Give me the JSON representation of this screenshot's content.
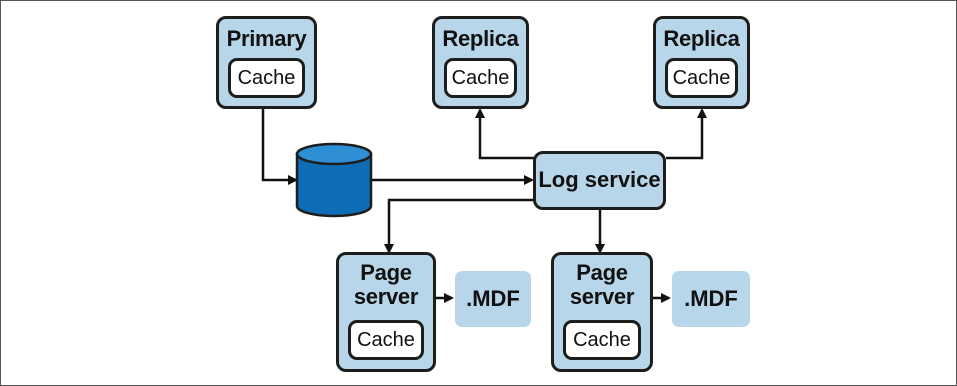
{
  "diagram": {
    "primary": {
      "title": "Primary",
      "cache": "Cache"
    },
    "replica_left": {
      "title": "Replica",
      "cache": "Cache"
    },
    "replica_right": {
      "title": "Replica",
      "cache": "Cache"
    },
    "log_service": {
      "label": "Log service"
    },
    "page_server_left": {
      "title_line1": "Page",
      "title_line2": "server",
      "cache": "Cache",
      "file": ".MDF"
    },
    "page_server_right": {
      "title_line1": "Page",
      "title_line2": "server",
      "cache": "Cache",
      "file": ".MDF"
    },
    "colors": {
      "node_fill": "#b8d6ea",
      "node_border": "#1d1d1b",
      "database_fill": "#0f6cb6",
      "database_top": "#2f8fd4",
      "arrow": "#111111"
    }
  }
}
